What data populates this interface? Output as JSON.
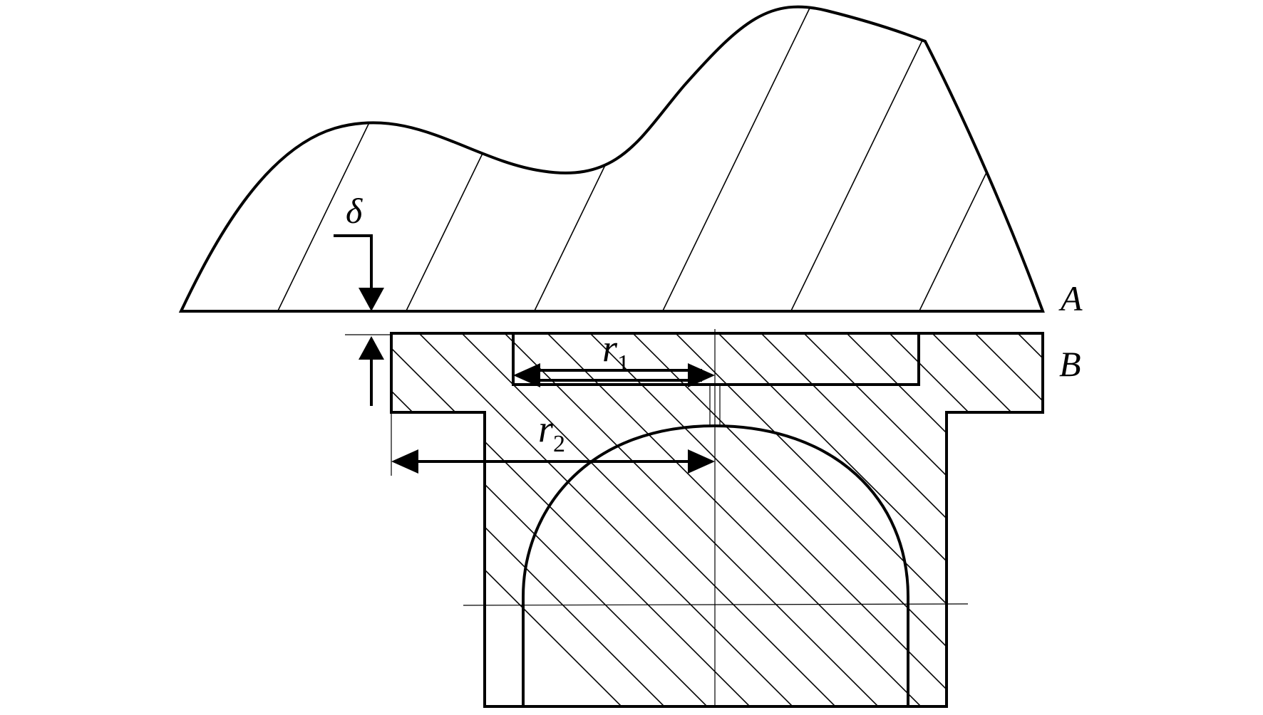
{
  "labels": {
    "surface_a": "A",
    "surface_b": "B",
    "gap": "δ",
    "radius_1": {
      "symbol": "r",
      "subscript": "1"
    },
    "radius_2": {
      "symbol": "r",
      "subscript": "2"
    }
  }
}
